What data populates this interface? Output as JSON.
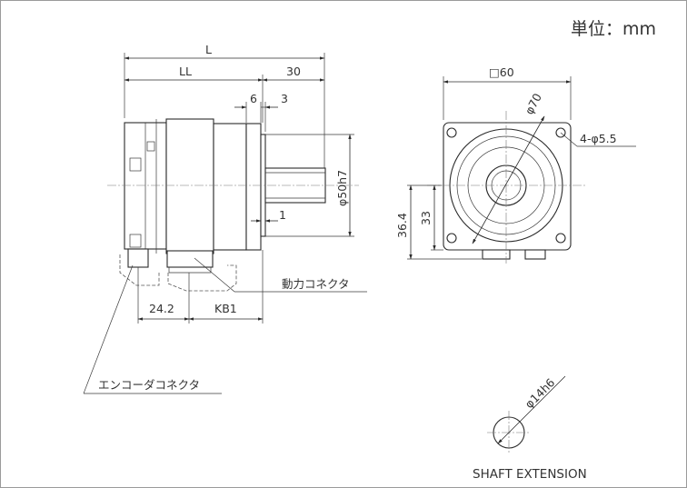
{
  "drawing": {
    "unit_label": "単位：mm",
    "dimensions": {
      "L": "L",
      "LL": "LL",
      "flange_to_shaft": "30",
      "six": "6",
      "three": "3",
      "one": "1",
      "pilot_diameter": "φ50h7",
      "kb1_offset": "24.2",
      "kb1": "KB1",
      "square": "□60",
      "pcd": "φ70",
      "holes": "4-φ5.5",
      "h36": "36.4",
      "h33": "33",
      "shaft_diameter": "φ14h6"
    },
    "labels": {
      "power_connector": "動力コネクタ",
      "encoder_connector": "エンコーダコネクタ",
      "shaft_extension": "SHAFT EXTENSION"
    }
  }
}
